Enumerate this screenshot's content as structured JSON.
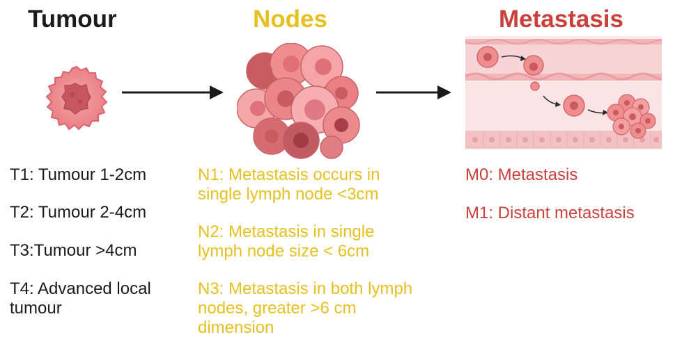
{
  "headings": {
    "tumour": "Tumour",
    "nodes": "Nodes",
    "metastasis": "Metastasis"
  },
  "tumour_stages": [
    "T1: Tumour 1-2cm",
    "T2: Tumour 2-4cm",
    "T3:Tumour >4cm",
    "T4: Advanced local tumour"
  ],
  "node_stages": [
    "N1: Metastasis occurs in single lymph node <3cm",
    "N2: Metastasis in single lymph node size < 6cm",
    "N3: Metastasis in both lymph nodes, greater >6 cm dimension"
  ],
  "metastasis_stages": [
    "M0: Metastasis",
    "M1: Distant metastasis"
  ],
  "colors": {
    "tumour_heading": "#1a1a1a",
    "nodes_heading": "#e6c021",
    "metastasis_heading": "#c9403c",
    "cell_fill": "#f08d8f",
    "cell_nucleus": "#c85a62"
  }
}
